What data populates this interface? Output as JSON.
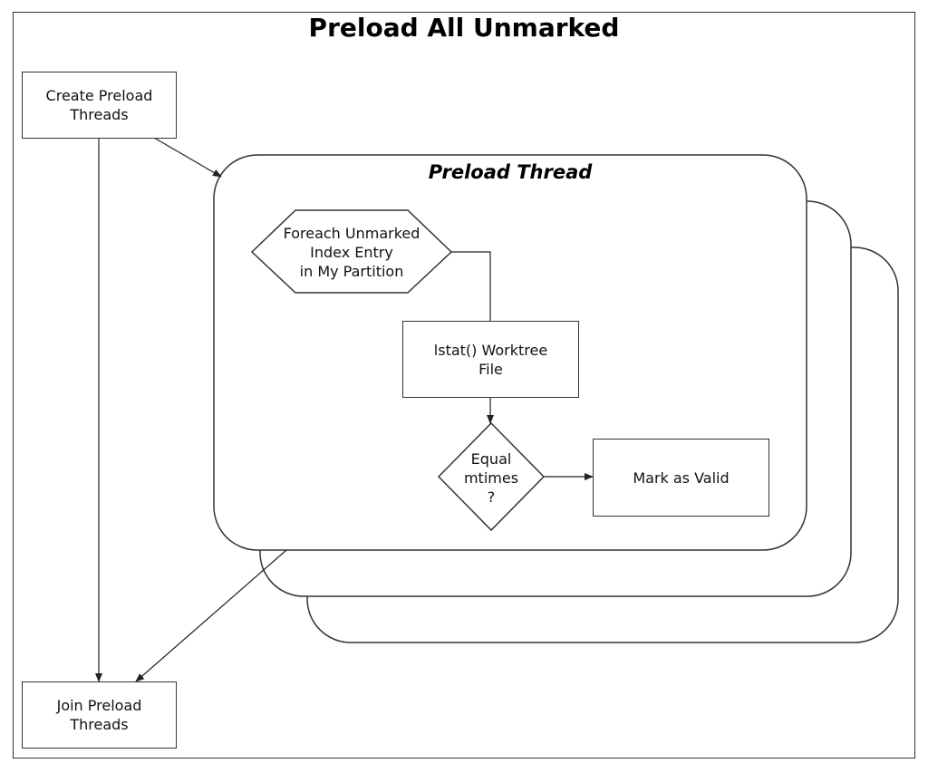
{
  "title": "Preload All Unmarked",
  "nodes": {
    "create_threads": "Create Preload\nThreads",
    "join_threads": "Join Preload\nThreads",
    "preload_thread": "Preload Thread",
    "foreach_entry": "Foreach Unmarked\nIndex Entry\nin My Partition",
    "lstat_file": "lstat() Worktree\nFile",
    "equal_mtimes": "Equal\nmtimes\n?",
    "mark_valid": "Mark as Valid"
  },
  "colors": {
    "stroke": "#333333",
    "background": "#ffffff",
    "text": "#111111"
  }
}
